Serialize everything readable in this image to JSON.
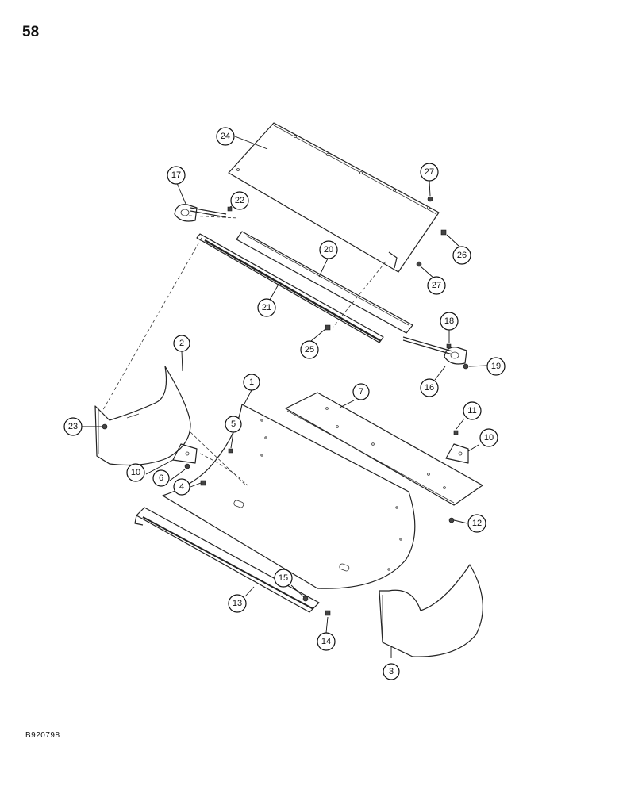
{
  "page": {
    "number": "58",
    "figure_code": "B920798"
  },
  "callouts": [
    {
      "label": "1"
    },
    {
      "label": "2"
    },
    {
      "label": "3"
    },
    {
      "label": "4"
    },
    {
      "label": "5"
    },
    {
      "label": "6"
    },
    {
      "label": "7"
    },
    {
      "label": "10"
    },
    {
      "label": "10"
    },
    {
      "label": "11"
    },
    {
      "label": "12"
    },
    {
      "label": "13"
    },
    {
      "label": "14"
    },
    {
      "label": "15"
    },
    {
      "label": "16"
    },
    {
      "label": "17"
    },
    {
      "label": "18"
    },
    {
      "label": "19"
    },
    {
      "label": "20"
    },
    {
      "label": "21"
    },
    {
      "label": "22"
    },
    {
      "label": "23"
    },
    {
      "label": "24"
    },
    {
      "label": "25"
    },
    {
      "label": "26"
    },
    {
      "label": "27"
    },
    {
      "label": "27"
    }
  ]
}
